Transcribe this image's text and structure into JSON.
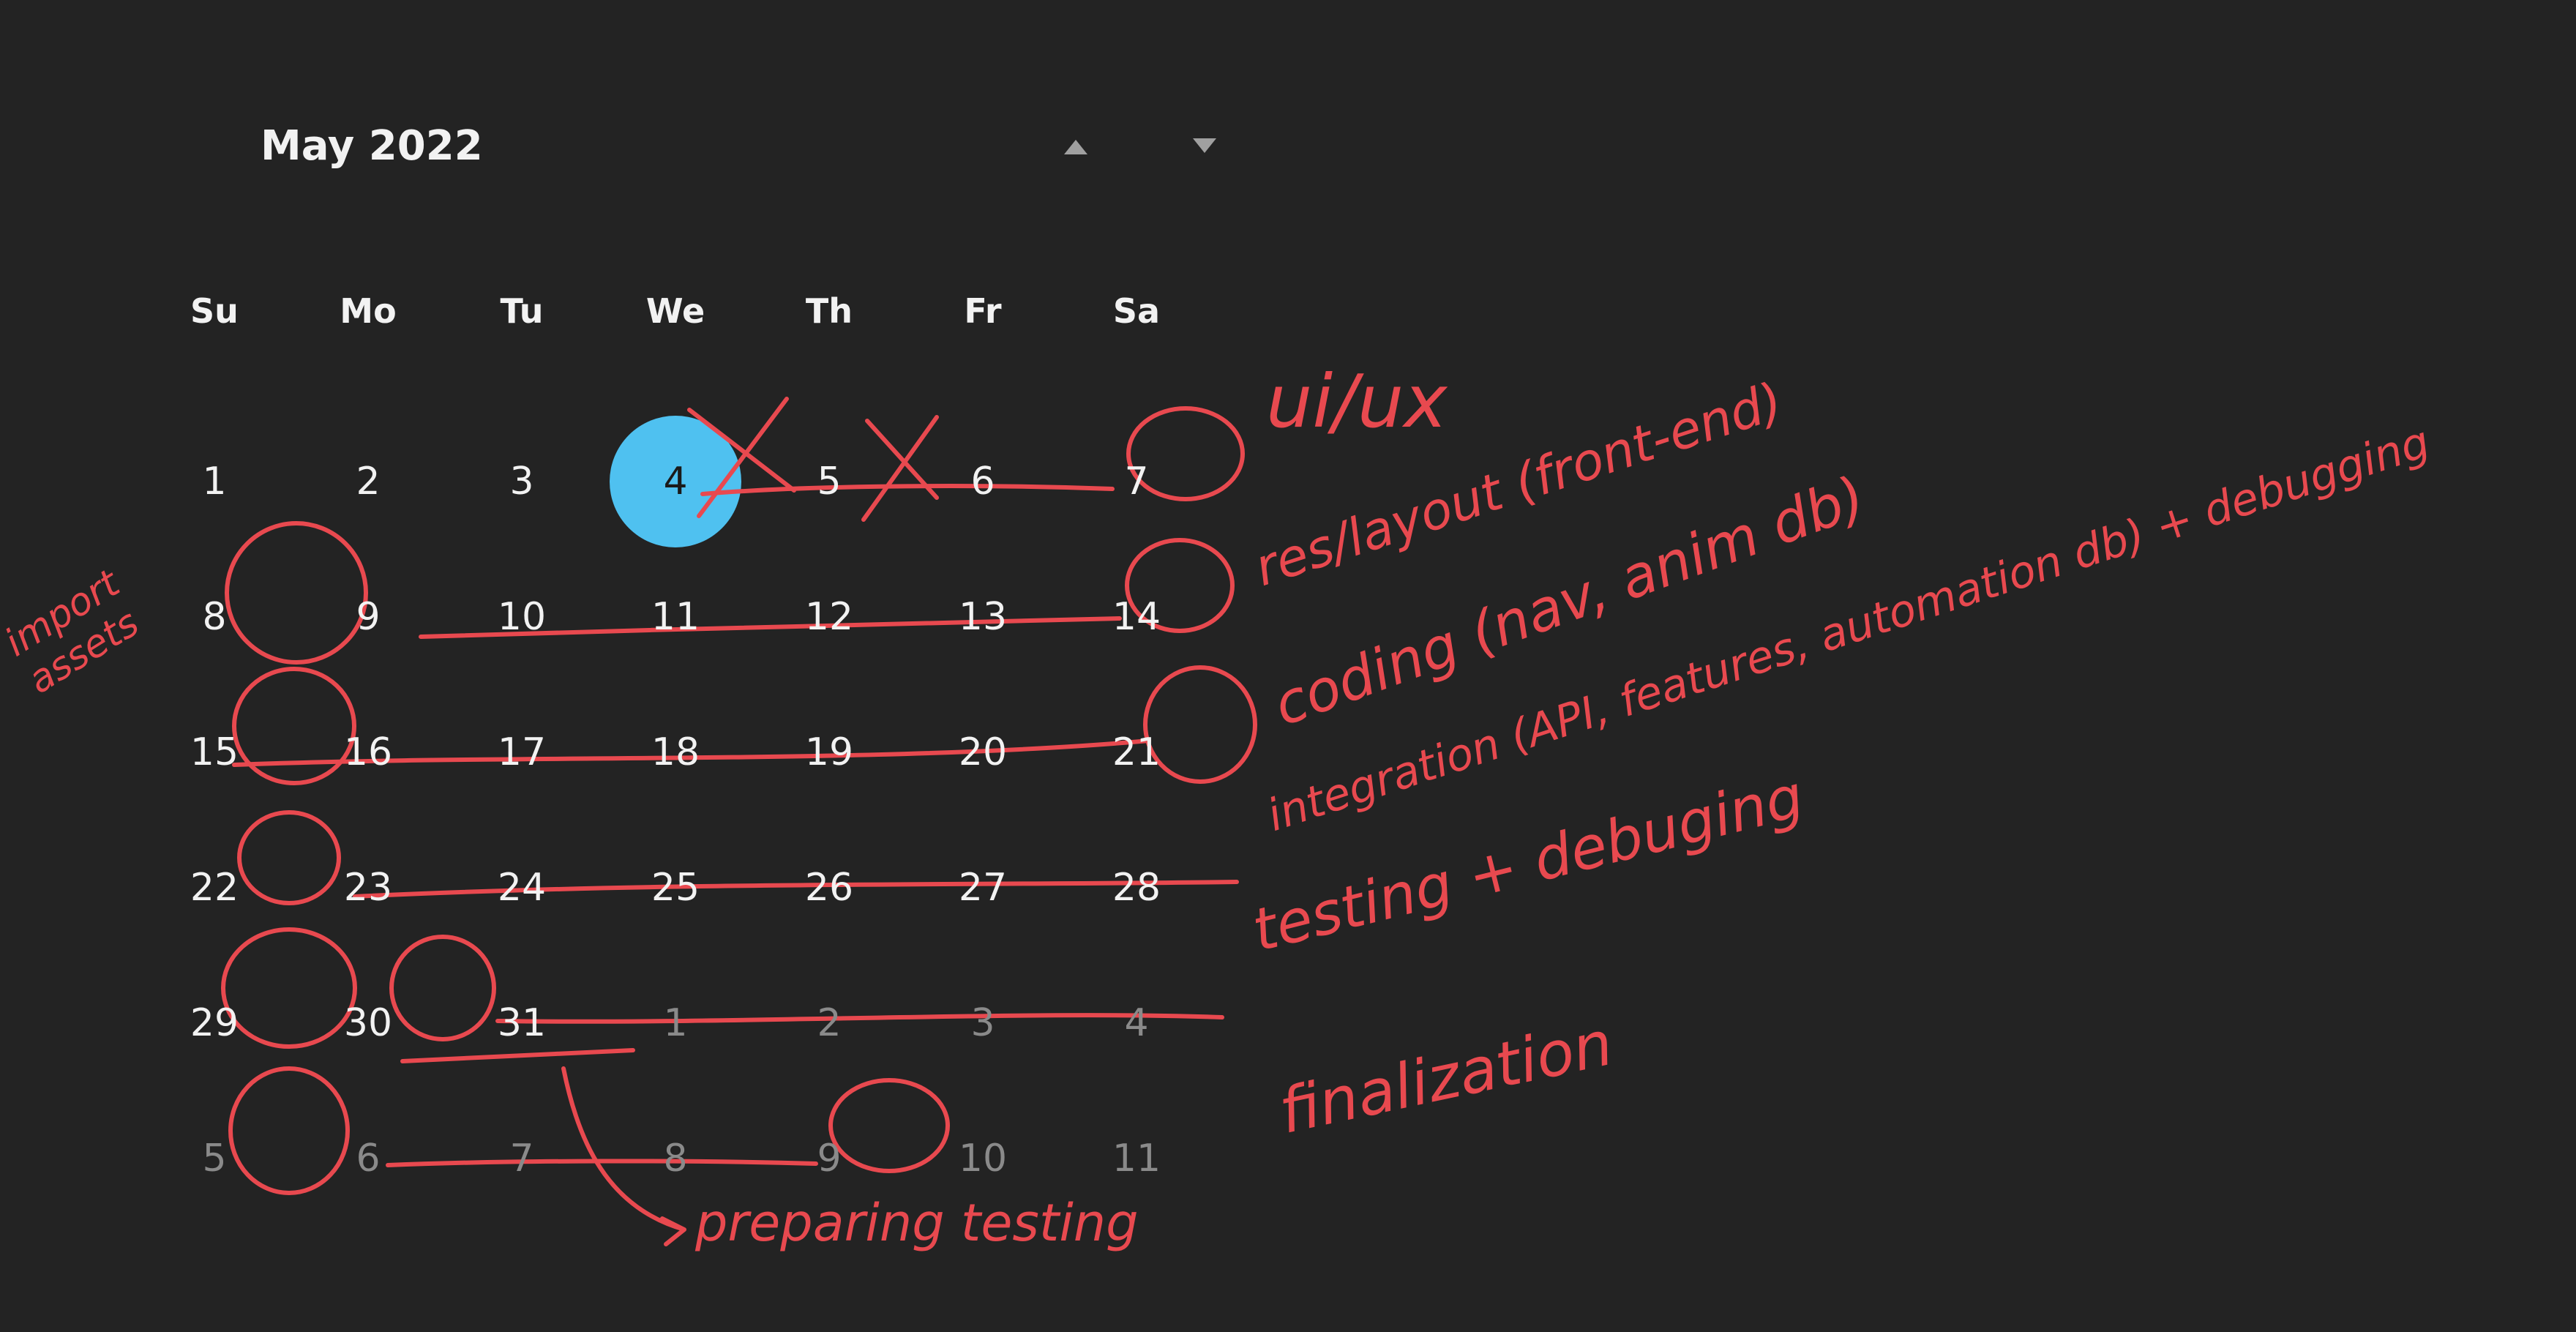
{
  "header": {
    "month_label": "May 2022",
    "prev_icon": "triangle-up-icon",
    "next_icon": "triangle-down-icon"
  },
  "weekdays": [
    "Su",
    "Mo",
    "Tu",
    "We",
    "Th",
    "Fr",
    "Sa"
  ],
  "weeks": [
    [
      "1",
      "2",
      "3",
      "4",
      "5",
      "6",
      "7"
    ],
    [
      "8",
      "9",
      "10",
      "11",
      "12",
      "13",
      "14"
    ],
    [
      "15",
      "16",
      "17",
      "18",
      "19",
      "20",
      "21"
    ],
    [
      "22",
      "23",
      "24",
      "25",
      "26",
      "27",
      "28"
    ],
    [
      "29",
      "30",
      "31",
      "1",
      "2",
      "3",
      "4"
    ],
    [
      "5",
      "6",
      "7",
      "8",
      "9",
      "10",
      "11"
    ]
  ],
  "selected_day": "4",
  "annotations": {
    "uiux": "ui/ux",
    "res_layout": "res/layout (front-end)",
    "coding": "coding (nav, anim db)",
    "integration": "integration (API, features, automation db) + debugging",
    "testing": "testing + debuging",
    "finalization": "finalization",
    "import_assets": "import assets",
    "preparing_testing": "preparing testing"
  },
  "colors": {
    "background": "#232323",
    "today_circle": "#4fc1f0",
    "ink": "#e8494f",
    "text": "#f2f2f2",
    "muted_text": "#8a8a8a"
  }
}
